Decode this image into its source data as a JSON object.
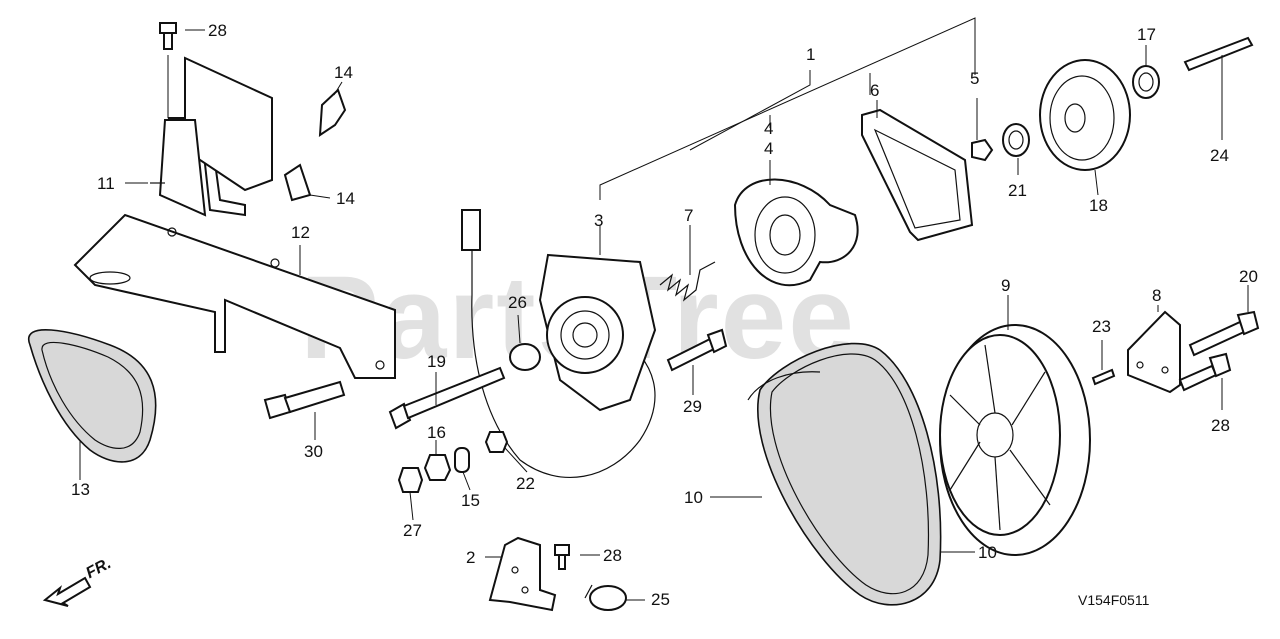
{
  "watermark": "PartsTree",
  "diagram_code": "V154F0511",
  "direction_label": "FR.",
  "callouts": [
    {
      "id": "c1",
      "text": "1"
    },
    {
      "id": "c2",
      "text": "2"
    },
    {
      "id": "c3",
      "text": "3"
    },
    {
      "id": "c4",
      "text": "4"
    },
    {
      "id": "c4b",
      "text": "4"
    },
    {
      "id": "c5",
      "text": "5"
    },
    {
      "id": "c6",
      "text": "6"
    },
    {
      "id": "c7",
      "text": "7"
    },
    {
      "id": "c8",
      "text": "8"
    },
    {
      "id": "c9",
      "text": "9"
    },
    {
      "id": "c10a",
      "text": "10"
    },
    {
      "id": "c10b",
      "text": "10"
    },
    {
      "id": "c11",
      "text": "11"
    },
    {
      "id": "c12",
      "text": "12"
    },
    {
      "id": "c13",
      "text": "13"
    },
    {
      "id": "c14a",
      "text": "14"
    },
    {
      "id": "c14b",
      "text": "14"
    },
    {
      "id": "c15",
      "text": "15"
    },
    {
      "id": "c16",
      "text": "16"
    },
    {
      "id": "c17",
      "text": "17"
    },
    {
      "id": "c18",
      "text": "18"
    },
    {
      "id": "c19",
      "text": "19"
    },
    {
      "id": "c20",
      "text": "20"
    },
    {
      "id": "c21",
      "text": "21"
    },
    {
      "id": "c22",
      "text": "22"
    },
    {
      "id": "c23",
      "text": "23"
    },
    {
      "id": "c24",
      "text": "24"
    },
    {
      "id": "c25",
      "text": "25"
    },
    {
      "id": "c26",
      "text": "26"
    },
    {
      "id": "c27",
      "text": "27"
    },
    {
      "id": "c28a",
      "text": "28"
    },
    {
      "id": "c28b",
      "text": "28"
    },
    {
      "id": "c28c",
      "text": "28"
    },
    {
      "id": "c29",
      "text": "29"
    },
    {
      "id": "c30",
      "text": "30"
    }
  ]
}
